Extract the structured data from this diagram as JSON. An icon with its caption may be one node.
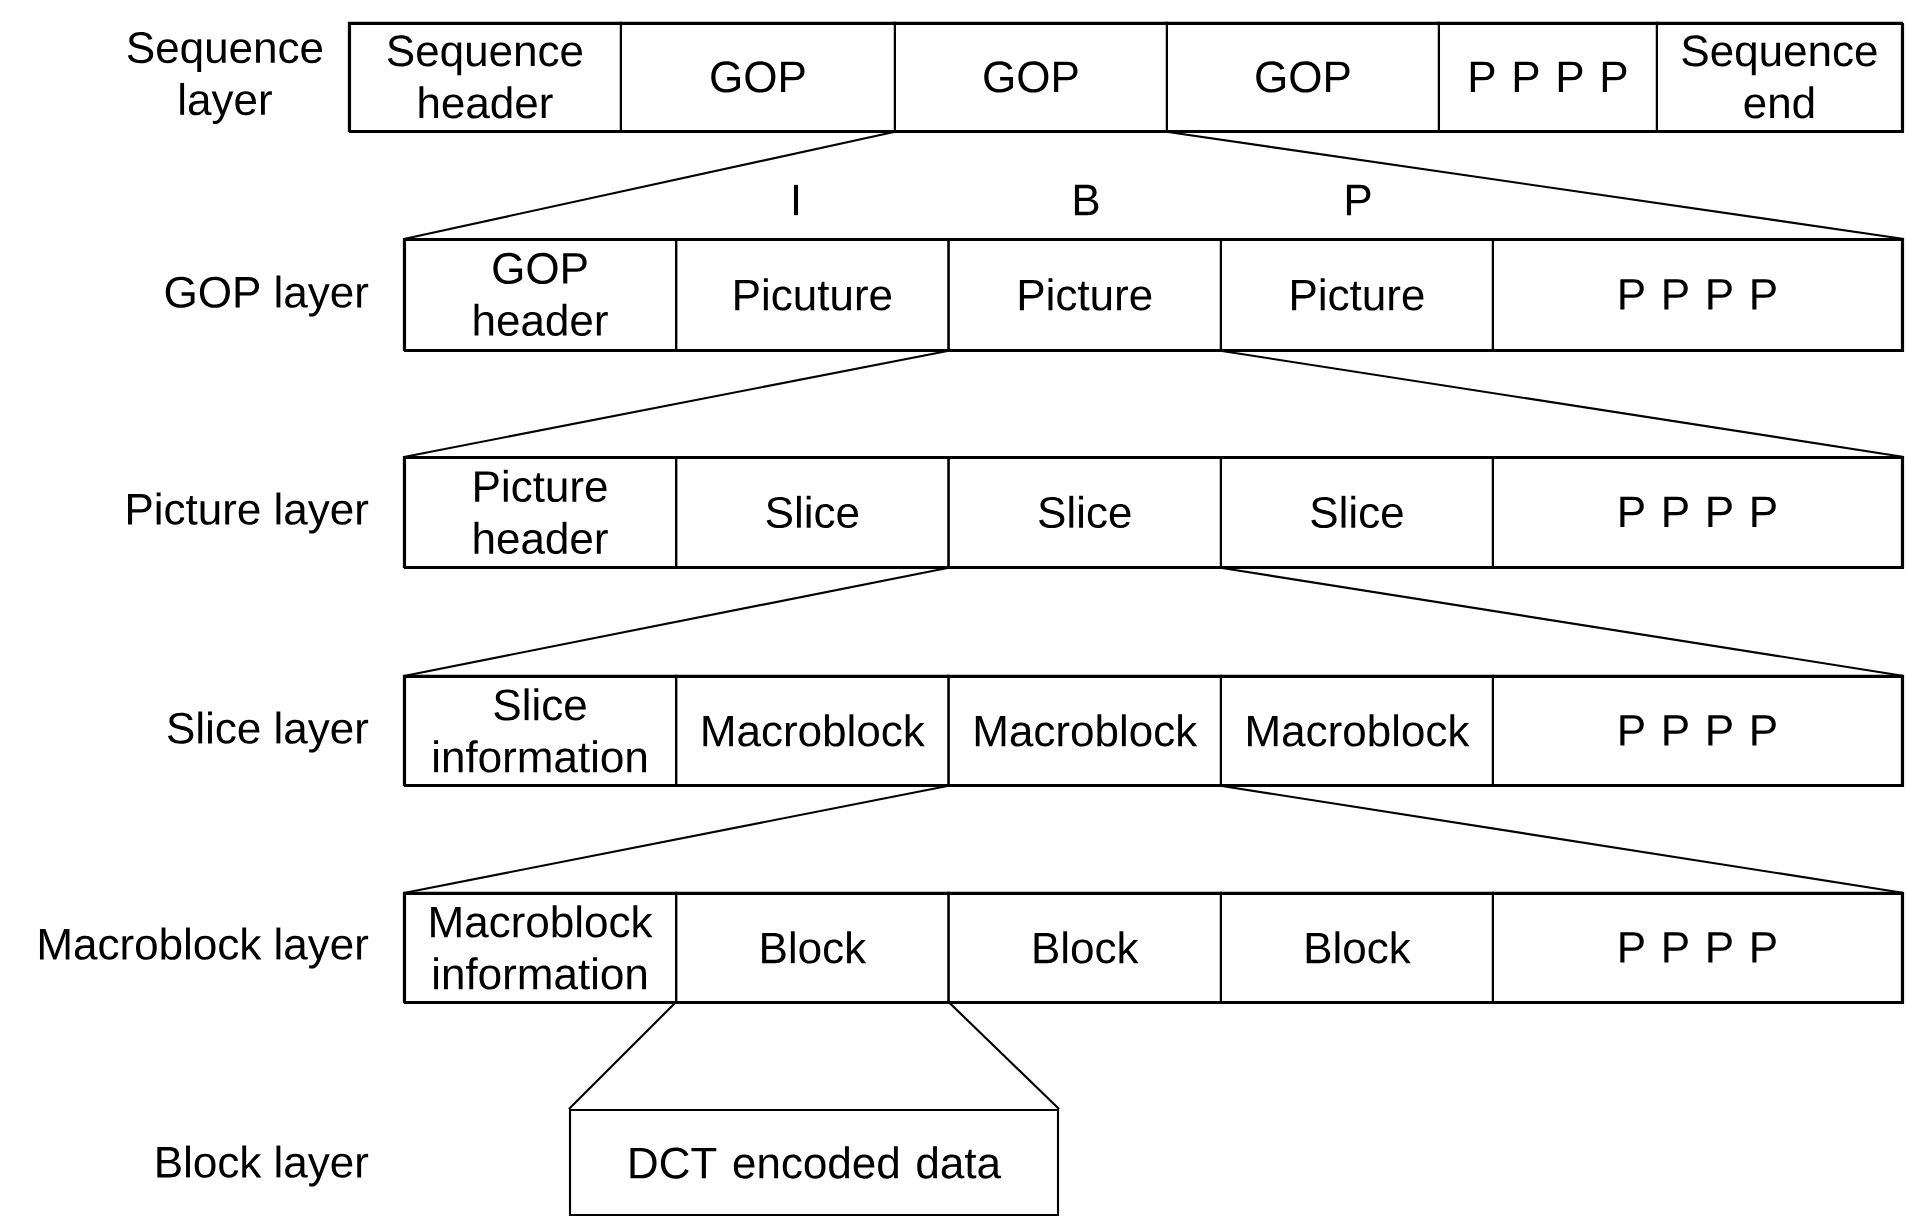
{
  "diagram": {
    "nodes": [
      {
        "text": [],
        "shape": "box",
        "beside": [
          "Sequence layer"
        ]
      },
      {
        "text": [
          "Sequence header"
        ],
        "in": 0
      },
      {
        "text": [
          "GOP"
        ],
        "in": 0
      },
      {
        "text": [
          "GOP"
        ],
        "in": 0
      },
      {
        "text": [
          "GOP"
        ],
        "in": 0
      },
      {
        "text": [
          "P P P P"
        ],
        "in": 0
      },
      {
        "text": [
          "Sequence end"
        ],
        "in": 0
      },
      {
        "text": [],
        "shape": "box",
        "beside": [
          "GOP layer"
        ]
      },
      {
        "text": [
          "GOP header"
        ],
        "in": 7
      },
      {
        "text": [
          "Picuture"
        ],
        "in": 7
      },
      {
        "text": [
          "Picture"
        ],
        "in": 7
      },
      {
        "text": [
          "Picture"
        ],
        "in": 7
      },
      {
        "text": [
          "P P P P"
        ],
        "in": 7
      },
      {
        "text": [],
        "shape": "box",
        "beside": [
          "Picture layer"
        ]
      },
      {
        "text": [
          "Picture header"
        ],
        "in": 13
      },
      {
        "text": [
          "Slice"
        ],
        "in": 13
      },
      {
        "text": [
          "Slice"
        ],
        "in": 13
      },
      {
        "text": [
          "Slice"
        ],
        "in": 13
      },
      {
        "text": [
          "P P P P"
        ],
        "in": 13
      },
      {
        "text": [],
        "shape": "box",
        "beside": [
          "Slice layer"
        ]
      },
      {
        "text": [
          "Slice information"
        ],
        "in": 19
      },
      {
        "text": [
          "Macroblock"
        ],
        "in": 19
      },
      {
        "text": [
          "Macroblock"
        ],
        "in": 19
      },
      {
        "text": [
          "Macroblock"
        ],
        "in": 19
      },
      {
        "text": [
          "P P P P"
        ],
        "in": 19
      },
      {
        "text": [],
        "shape": "box",
        "beside": [
          "Macroblock layer"
        ]
      },
      {
        "text": [
          "Macroblock information"
        ],
        "in": 25
      },
      {
        "text": [
          "Block"
        ],
        "in": 25
      },
      {
        "text": [
          "Block"
        ],
        "in": 25
      },
      {
        "text": [
          "Block"
        ],
        "in": 25
      },
      {
        "text": [
          "P P P P"
        ],
        "in": 25
      },
      {
        "text": [
          "DCT encoded data"
        ]
      }
    ],
    "edges": [
      {
        "from": 3,
        "to": 7,
        "arrow": "none"
      },
      {
        "from": 3,
        "to": 7,
        "arrow": "none"
      },
      {
        "from": 10,
        "to": 13,
        "arrow": "none"
      },
      {
        "from": 10,
        "to": 13,
        "arrow": "none"
      },
      {
        "from": 16,
        "to": 19,
        "arrow": "none"
      },
      {
        "from": 16,
        "to": 19,
        "arrow": "none"
      },
      {
        "from": 22,
        "to": 25,
        "arrow": "none"
      },
      {
        "from": 22,
        "to": 25,
        "arrow": "none"
      },
      {
        "from": 27,
        "to": 31,
        "arrow": "none"
      },
      {
        "from": 27,
        "to": 31,
        "arrow": "none"
      }
    ],
    "labels": [
      "I",
      "B",
      "P",
      "Block layer"
    ]
  }
}
